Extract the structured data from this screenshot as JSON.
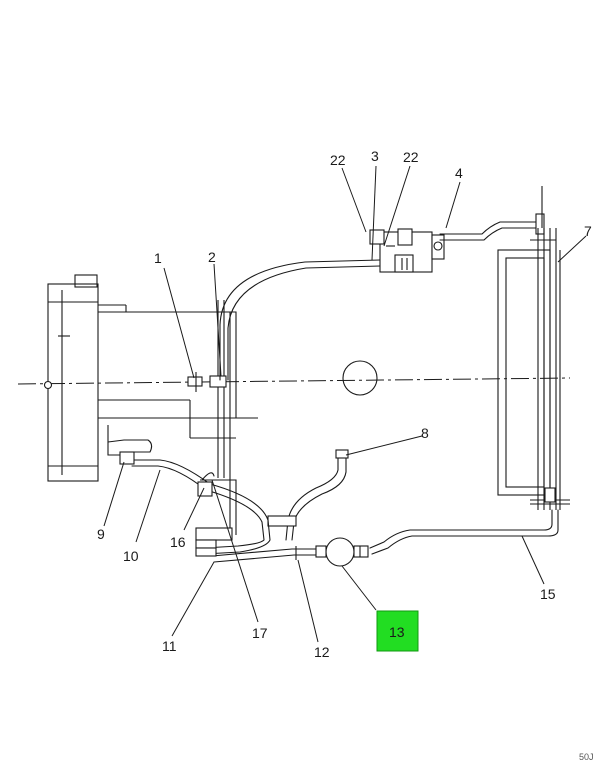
{
  "callouts": {
    "c1": "1",
    "c2": "2",
    "c3": "3",
    "c4": "4",
    "c7": "7",
    "c8": "8",
    "c9": "9",
    "c10": "10",
    "c11": "11",
    "c12": "12",
    "c13": "13",
    "c15": "15",
    "c16": "16",
    "c17": "17",
    "c22a": "22",
    "c22b": "22"
  },
  "highlight": {
    "color": "#22dd22",
    "border": "#119911",
    "label": "13"
  },
  "corner_mark": "50J"
}
